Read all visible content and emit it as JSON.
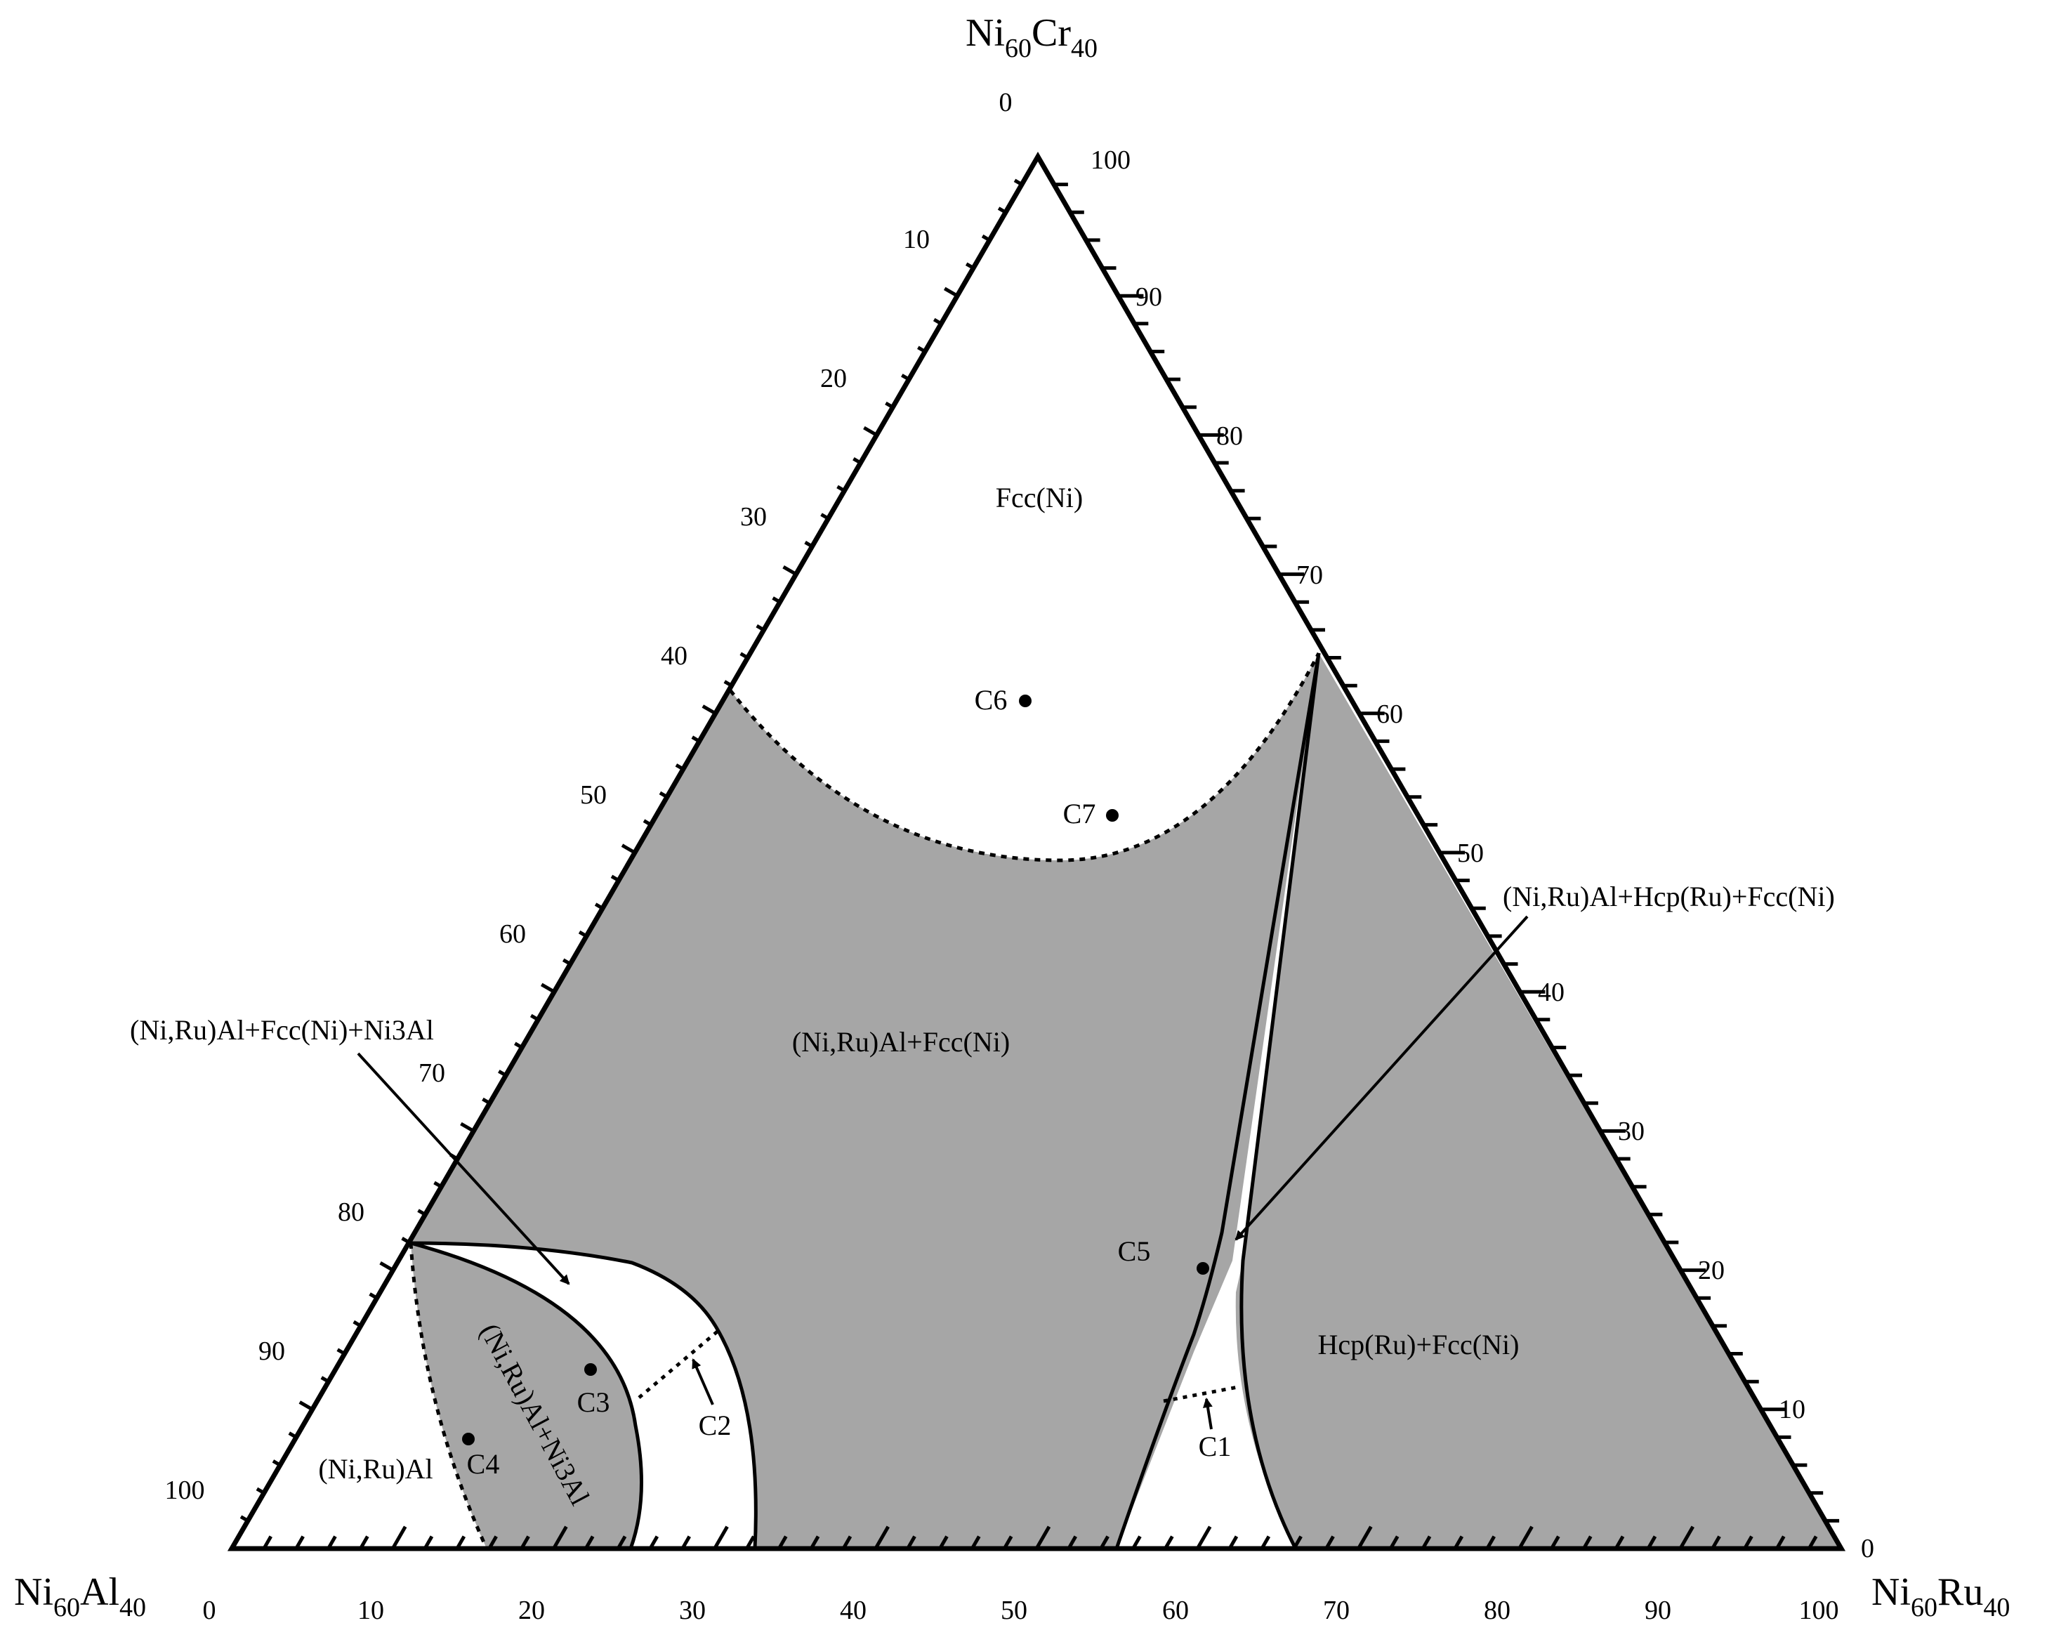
{
  "vertices": {
    "top": {
      "main": "Ni",
      "sub1": "60",
      "el2": "Cr",
      "sub2": "40"
    },
    "left": {
      "main": "Ni",
      "sub1": "60",
      "el2": "Al",
      "sub2": "40"
    },
    "right": {
      "main": "Ni",
      "sub1": "60",
      "el2": "Ru",
      "sub2": "40"
    }
  },
  "axes": {
    "bottom_ticks": [
      "0",
      "10",
      "20",
      "30",
      "40",
      "50",
      "60",
      "70",
      "80",
      "90",
      "100"
    ],
    "left_ticks": [
      "0",
      "10",
      "20",
      "30",
      "40",
      "50",
      "60",
      "70",
      "80",
      "90",
      "100"
    ],
    "right_ticks": [
      "0",
      "10",
      "20",
      "30",
      "40",
      "50",
      "60",
      "70",
      "80",
      "90",
      "100"
    ]
  },
  "phases": {
    "fcc": "Fcc(Ni)",
    "nirual_fcc": "(Ni,Ru)Al+Fcc(Ni)",
    "nirual": "(Ni,Ru)Al",
    "nirual_ni3al": "(Ni,Ru)Al+Ni3Al",
    "hcp_fcc": "Hcp(Ru)+Fcc(Ni)",
    "three_phase_left": "(Ni,Ru)Al+Fcc(Ni)+Ni3Al",
    "three_phase_right": "(Ni,Ru)Al+Hcp(Ru)+Fcc(Ni)"
  },
  "points": [
    "C1",
    "C2",
    "C3",
    "C4",
    "C5",
    "C6",
    "C7"
  ],
  "colors": {
    "region_fill": "#a6a6a6",
    "line": "#000000",
    "background": "#ffffff"
  }
}
